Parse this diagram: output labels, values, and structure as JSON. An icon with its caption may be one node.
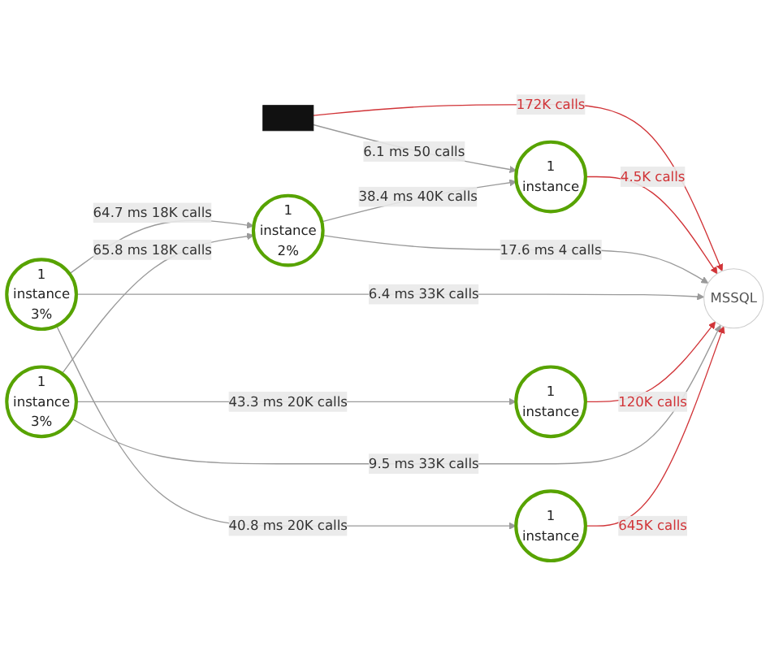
{
  "diagram": {
    "nodes": [
      {
        "text": [],
        "shape": "box"
      },
      {
        "text": [
          "1",
          "instance"
        ]
      },
      {
        "text": [
          "MSSQL"
        ]
      },
      {
        "text": [
          "1",
          "instance",
          "2%"
        ]
      },
      {
        "text": [
          "1",
          "instance",
          "3%"
        ]
      },
      {
        "text": [
          "1",
          "instance"
        ]
      },
      {
        "text": [
          "1",
          "instance",
          "3%"
        ]
      },
      {
        "text": [
          "1",
          "instance"
        ]
      }
    ],
    "edges": [
      {
        "from": 0,
        "to": 1,
        "arrow": "to",
        "label": "6.1 ms 50 calls"
      },
      {
        "from": 0,
        "to": 2,
        "arrow": "to",
        "label": "172K calls",
        "color": "#d13438"
      },
      {
        "from": 1,
        "to": 2,
        "arrow": "to",
        "label": "4.5K calls",
        "color": "#d13438"
      },
      {
        "from": 3,
        "to": 1,
        "arrow": "to",
        "label": "38.4 ms 40K calls"
      },
      {
        "from": 3,
        "to": 2,
        "arrow": "to",
        "label": "17.6 ms 4 calls"
      },
      {
        "from": 4,
        "to": 2,
        "arrow": "to",
        "label": "6.4 ms 33K calls"
      },
      {
        "from": 4,
        "to": 3,
        "arrow": "to",
        "label": "64.7 ms 18K calls"
      },
      {
        "from": 4,
        "to": 7,
        "arrow": "to",
        "label": "40.8 ms 20K calls"
      },
      {
        "from": 5,
        "to": 2,
        "arrow": "to",
        "label": "120K calls",
        "color": "#d13438"
      },
      {
        "from": 6,
        "to": 2,
        "arrow": "to",
        "label": "9.5 ms 33K calls"
      },
      {
        "from": 6,
        "to": 3,
        "arrow": "to",
        "label": "65.8 ms 18K calls"
      },
      {
        "from": 6,
        "to": 5,
        "arrow": "to",
        "label": "43.3 ms 20K calls"
      },
      {
        "from": 7,
        "to": 2,
        "arrow": "to",
        "label": "645K calls",
        "color": "#d13438"
      }
    ]
  }
}
